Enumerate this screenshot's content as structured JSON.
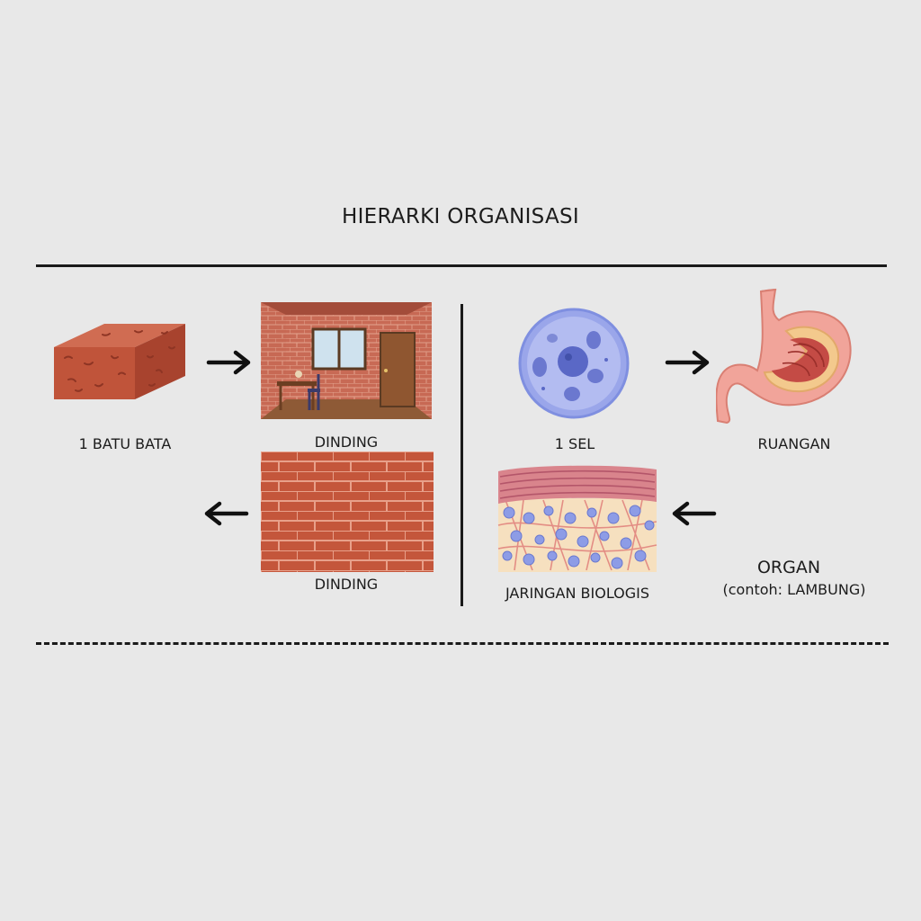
{
  "title": "HIERARKI ORGANISASI",
  "left": {
    "brick_label": "1 BATU BATA",
    "room_label": "DINDING",
    "wall_label": "DINDING"
  },
  "right": {
    "cell_label": "1 SEL",
    "stomach_label": "RUANGAN",
    "tissue_label": "JARINGAN BIOLOGIS",
    "organ_label": "ORGAN",
    "organ_example": "(contoh: LAMBUNG)"
  },
  "icons": {
    "brick": "brick-icon",
    "room": "brick-room-icon",
    "wall": "brick-wall-icon",
    "cell": "cell-icon",
    "stomach": "stomach-icon",
    "tissue": "tissue-icon",
    "arrow_right": "arrow-right-icon",
    "arrow_left": "arrow-left-icon"
  },
  "colors": {
    "background": "#e8e8e8",
    "brick": "#c0543a",
    "cell": "#9aa6ea",
    "stomach": "#f1a49a",
    "ink": "#1a1a1a"
  }
}
